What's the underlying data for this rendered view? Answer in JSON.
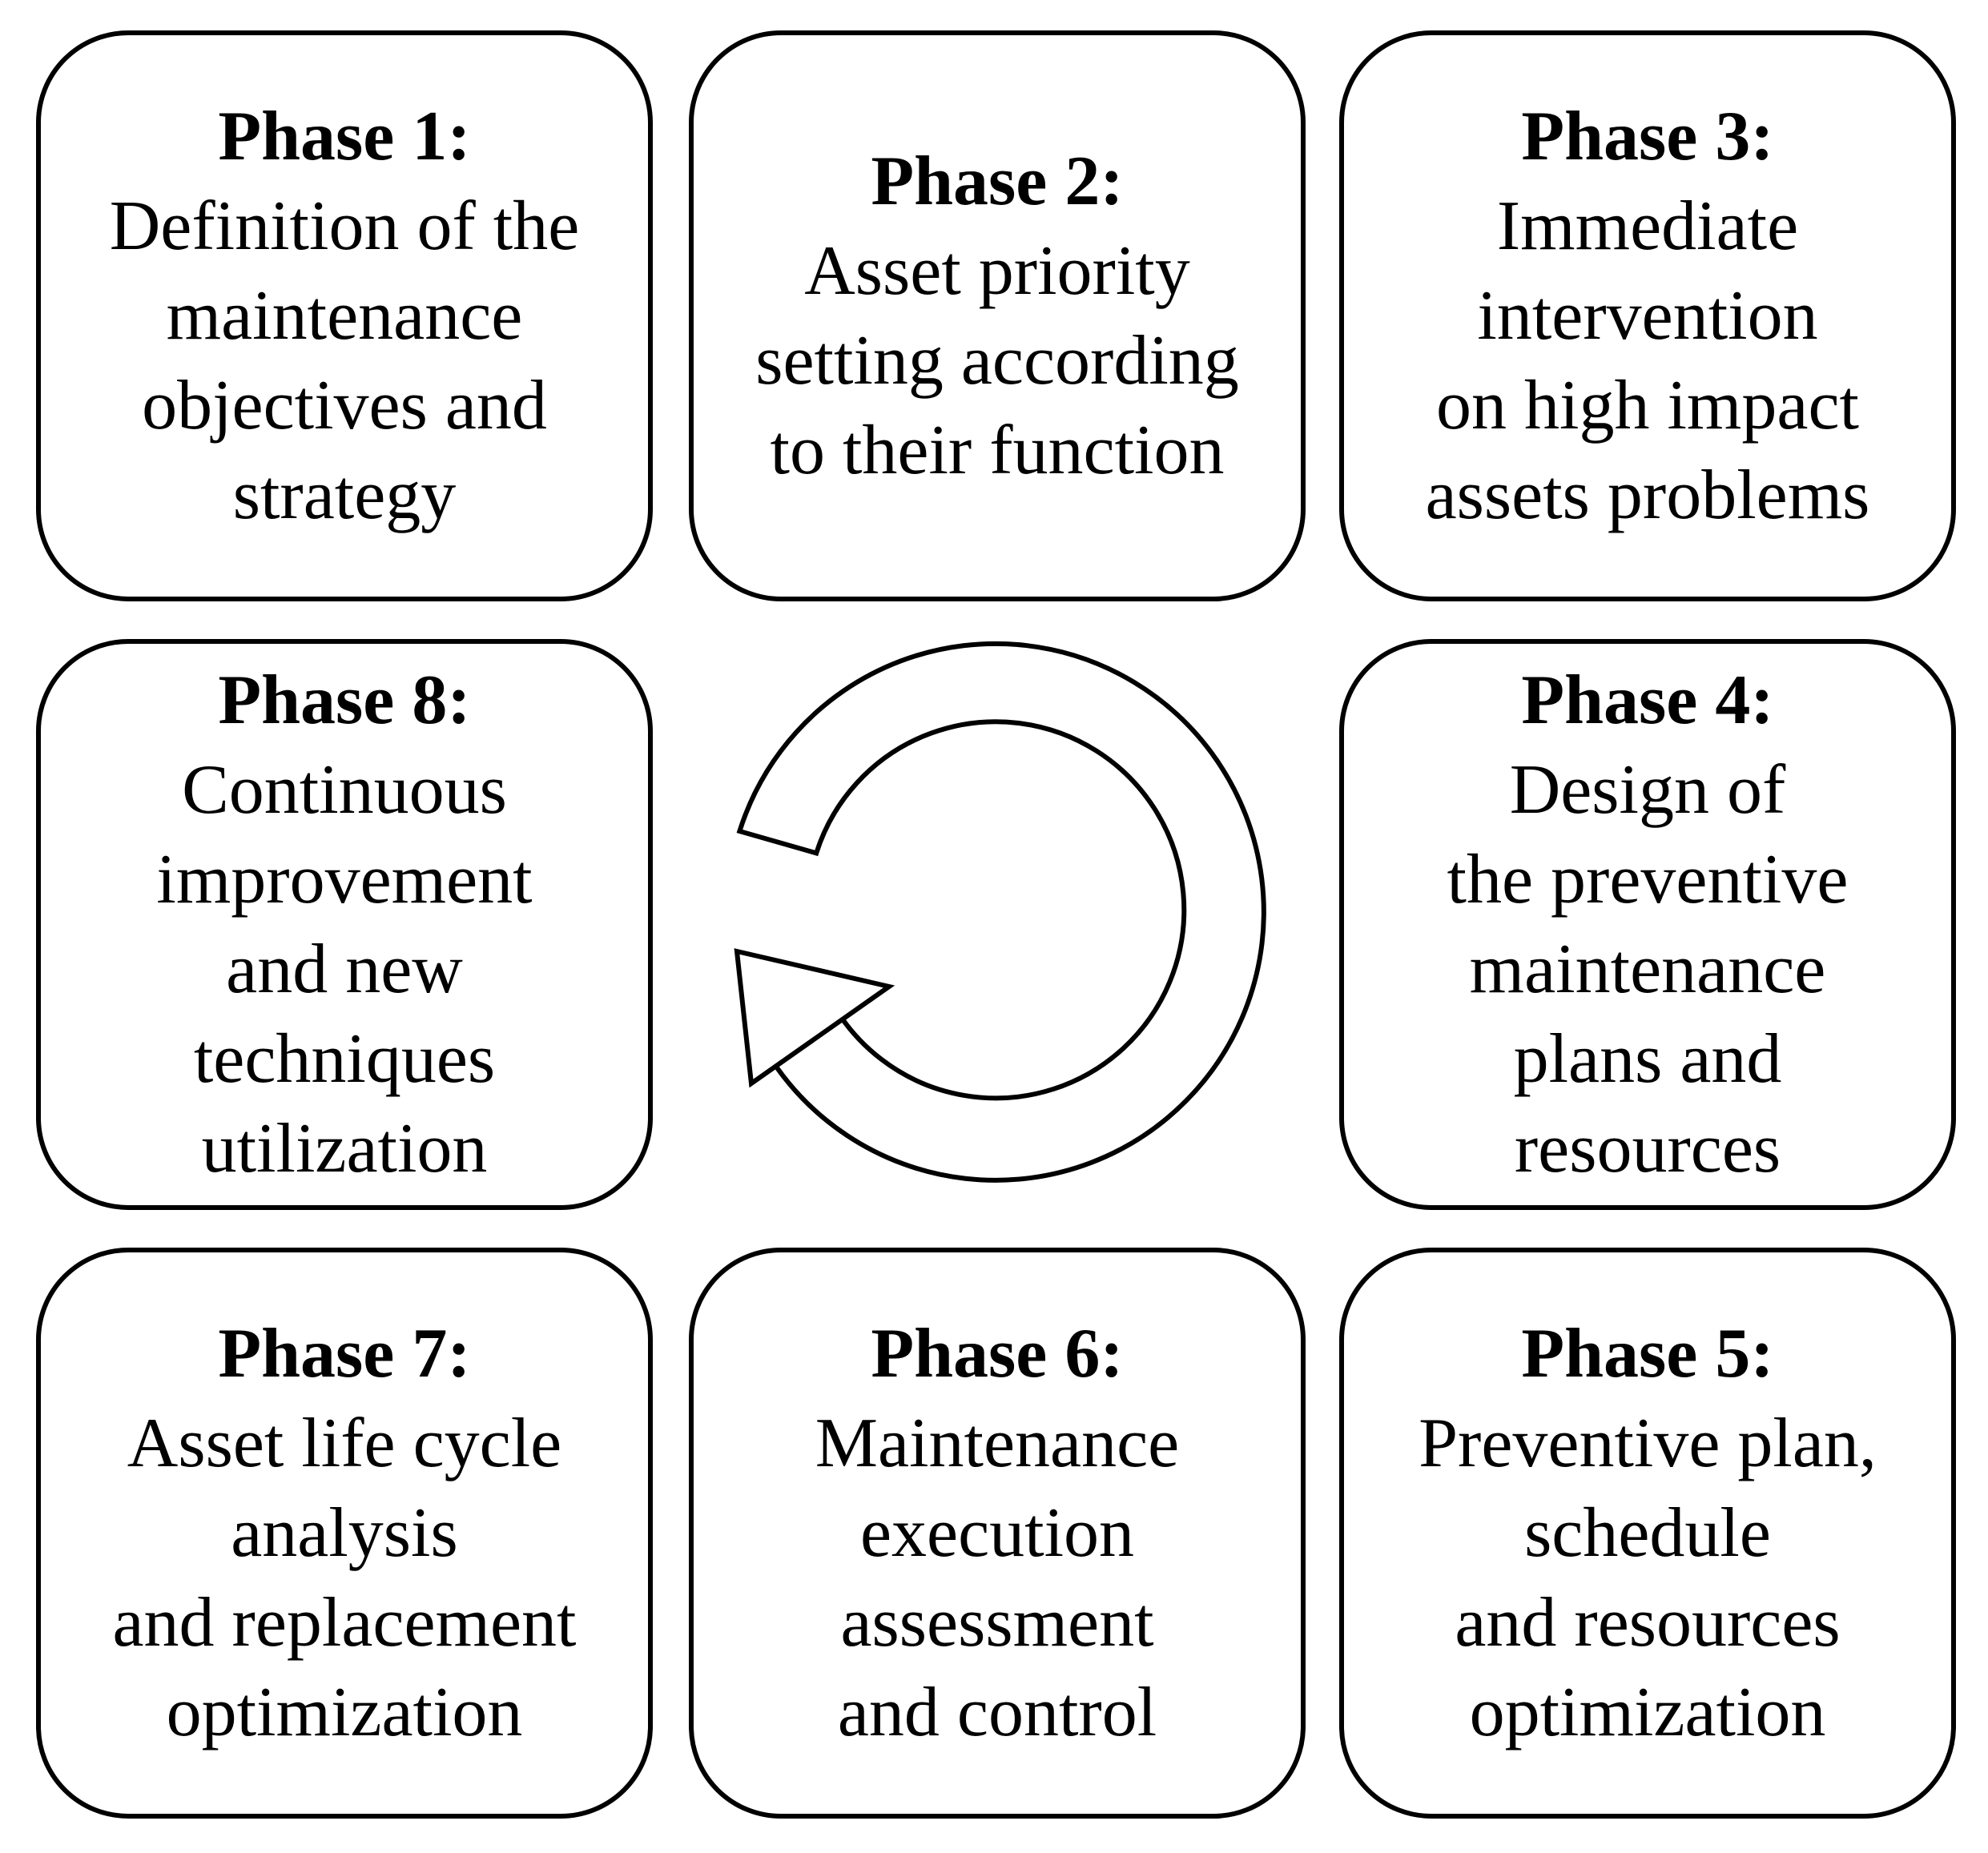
{
  "phases": [
    {
      "id": "1",
      "title": "Phase 1:",
      "lines": [
        "Definition of the",
        "maintenance",
        "objectives and",
        "strategy"
      ]
    },
    {
      "id": "2",
      "title": "Phase 2:",
      "lines": [
        "Asset priority",
        "setting according",
        "to their function"
      ]
    },
    {
      "id": "3",
      "title": "Phase 3:",
      "lines": [
        "Immediate",
        "intervention",
        "on high impact",
        "assets problems"
      ]
    },
    {
      "id": "4",
      "title": "Phase 4:",
      "lines": [
        "Design of",
        "the preventive",
        "maintenance",
        "plans and",
        "resources"
      ]
    },
    {
      "id": "5",
      "title": "Phase 5:",
      "lines": [
        "Preventive plan,",
        "schedule",
        "and resources",
        "optimization"
      ]
    },
    {
      "id": "6",
      "title": "Phase 6:",
      "lines": [
        "Maintenance",
        "execution",
        "assessment",
        "and control"
      ]
    },
    {
      "id": "7",
      "title": "Phase 7:",
      "lines": [
        "Asset life cycle",
        "analysis",
        "and replacement",
        "optimization"
      ]
    },
    {
      "id": "8",
      "title": "Phase 8:",
      "lines": [
        "Continuous",
        "improvement",
        "and new",
        "techniques",
        "utilization"
      ]
    }
  ],
  "center": {
    "icon": "cycle-arrow-icon"
  },
  "colors": {
    "stroke": "#000000",
    "fill": "#ffffff"
  }
}
